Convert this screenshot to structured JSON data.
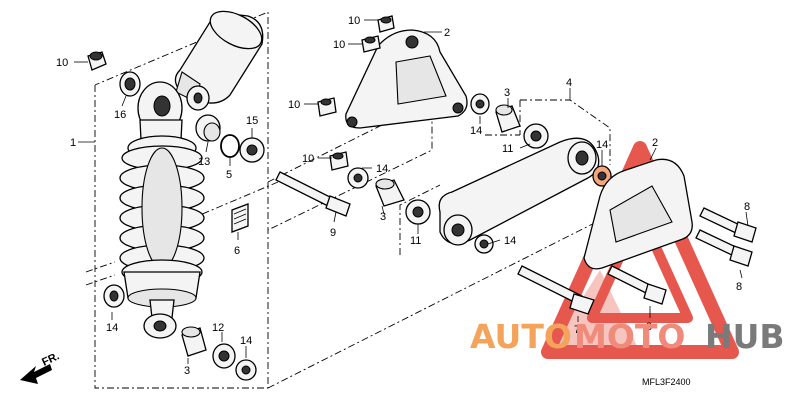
{
  "watermark": {
    "auto": "AUTO",
    "moto": "MOTO",
    "hub": "HUB",
    "colors": {
      "auto": "#f4a35a",
      "moto": "#f08a7a",
      "hub": "#7a7a7a",
      "triangle": "#e23b2f"
    }
  },
  "diagram_code": "MFL3F2400",
  "front_label": "FR.",
  "callouts": {
    "n10a": "10",
    "n10b": "10",
    "n10c": "10",
    "n10d": "10",
    "n10e": "10",
    "n2a": "2",
    "n2b": "2",
    "n3a": "3",
    "n3b": "3",
    "n3c": "3",
    "n4": "4",
    "n5": "5",
    "n6": "6",
    "n7": "7",
    "n8a": "8",
    "n8b": "8",
    "n8c": "8",
    "n9": "9",
    "n11a": "11",
    "n11b": "11",
    "n12": "12",
    "n13": "13",
    "n14a": "14",
    "n14b": "14",
    "n14c": "14",
    "n14d": "14",
    "n14e": "14",
    "n14f": "14",
    "n15": "15",
    "n16": "16",
    "n1": "1"
  }
}
